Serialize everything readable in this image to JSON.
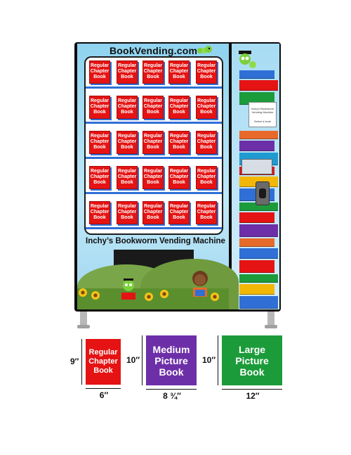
{
  "machine": {
    "brand": "BookVending.com",
    "title": "Inchy’s Bookworm Vending Machine",
    "book_label": "Regular Chapter Book",
    "rows": 5,
    "cols": 5,
    "colors": {
      "book_red": "#e51313",
      "shelf_blue": "#2f6fd6"
    }
  },
  "side_card": {
    "line1": "Inchy's Bookworm Vending Machine",
    "line2": "Select a book"
  },
  "sizes": [
    {
      "label_lines": [
        "Regular",
        "Chapter",
        "Book"
      ],
      "height": "9″",
      "width": "6″",
      "color": "#e51313"
    },
    {
      "label_lines": [
        "Medium",
        "Picture",
        "Book"
      ],
      "height": "10″",
      "width": "8 ¾″",
      "color": "#6d2fa8"
    },
    {
      "label_lines": [
        "Large",
        "Picture",
        "Book"
      ],
      "height": "10″",
      "width": "12″",
      "color": "#1c9b3a"
    }
  ]
}
